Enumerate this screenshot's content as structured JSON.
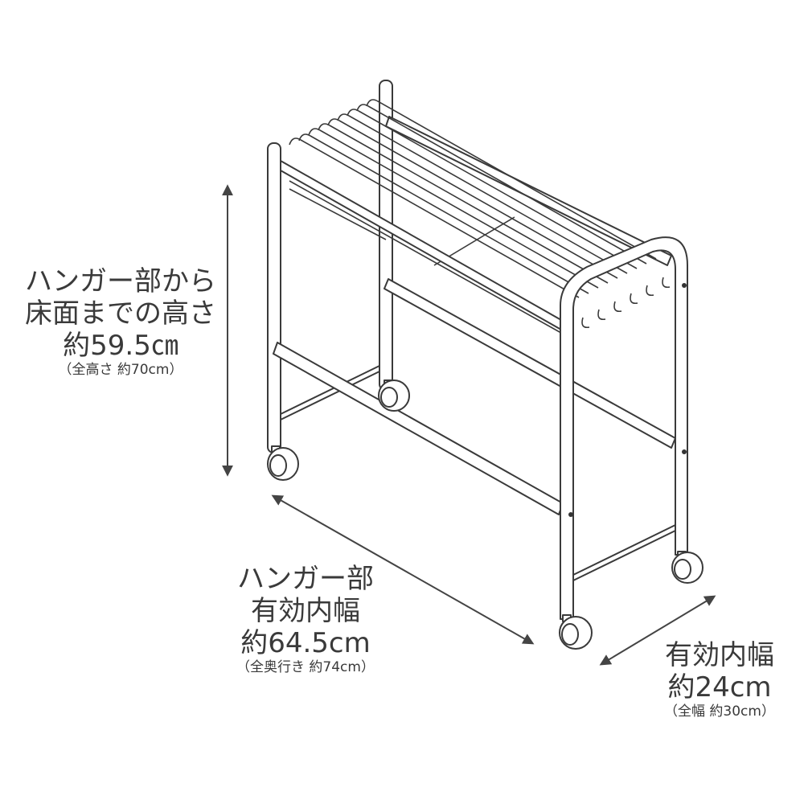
{
  "height_label": {
    "line1": "ハンガー部から",
    "line2": "床面までの高さ",
    "value": "約59.5㎝",
    "note": "（全高さ 約70cm）"
  },
  "depth_label": {
    "line1": "ハンガー部",
    "line2": "有効内幅",
    "value": "約64.5cm",
    "note": "（全奥行き 約74cm）"
  },
  "width_label": {
    "line1": "有効内幅",
    "value": "約24cm",
    "note": "（全幅 約30cm）"
  },
  "colors": {
    "line": "#3a3a3a",
    "arrow": "#444444"
  }
}
